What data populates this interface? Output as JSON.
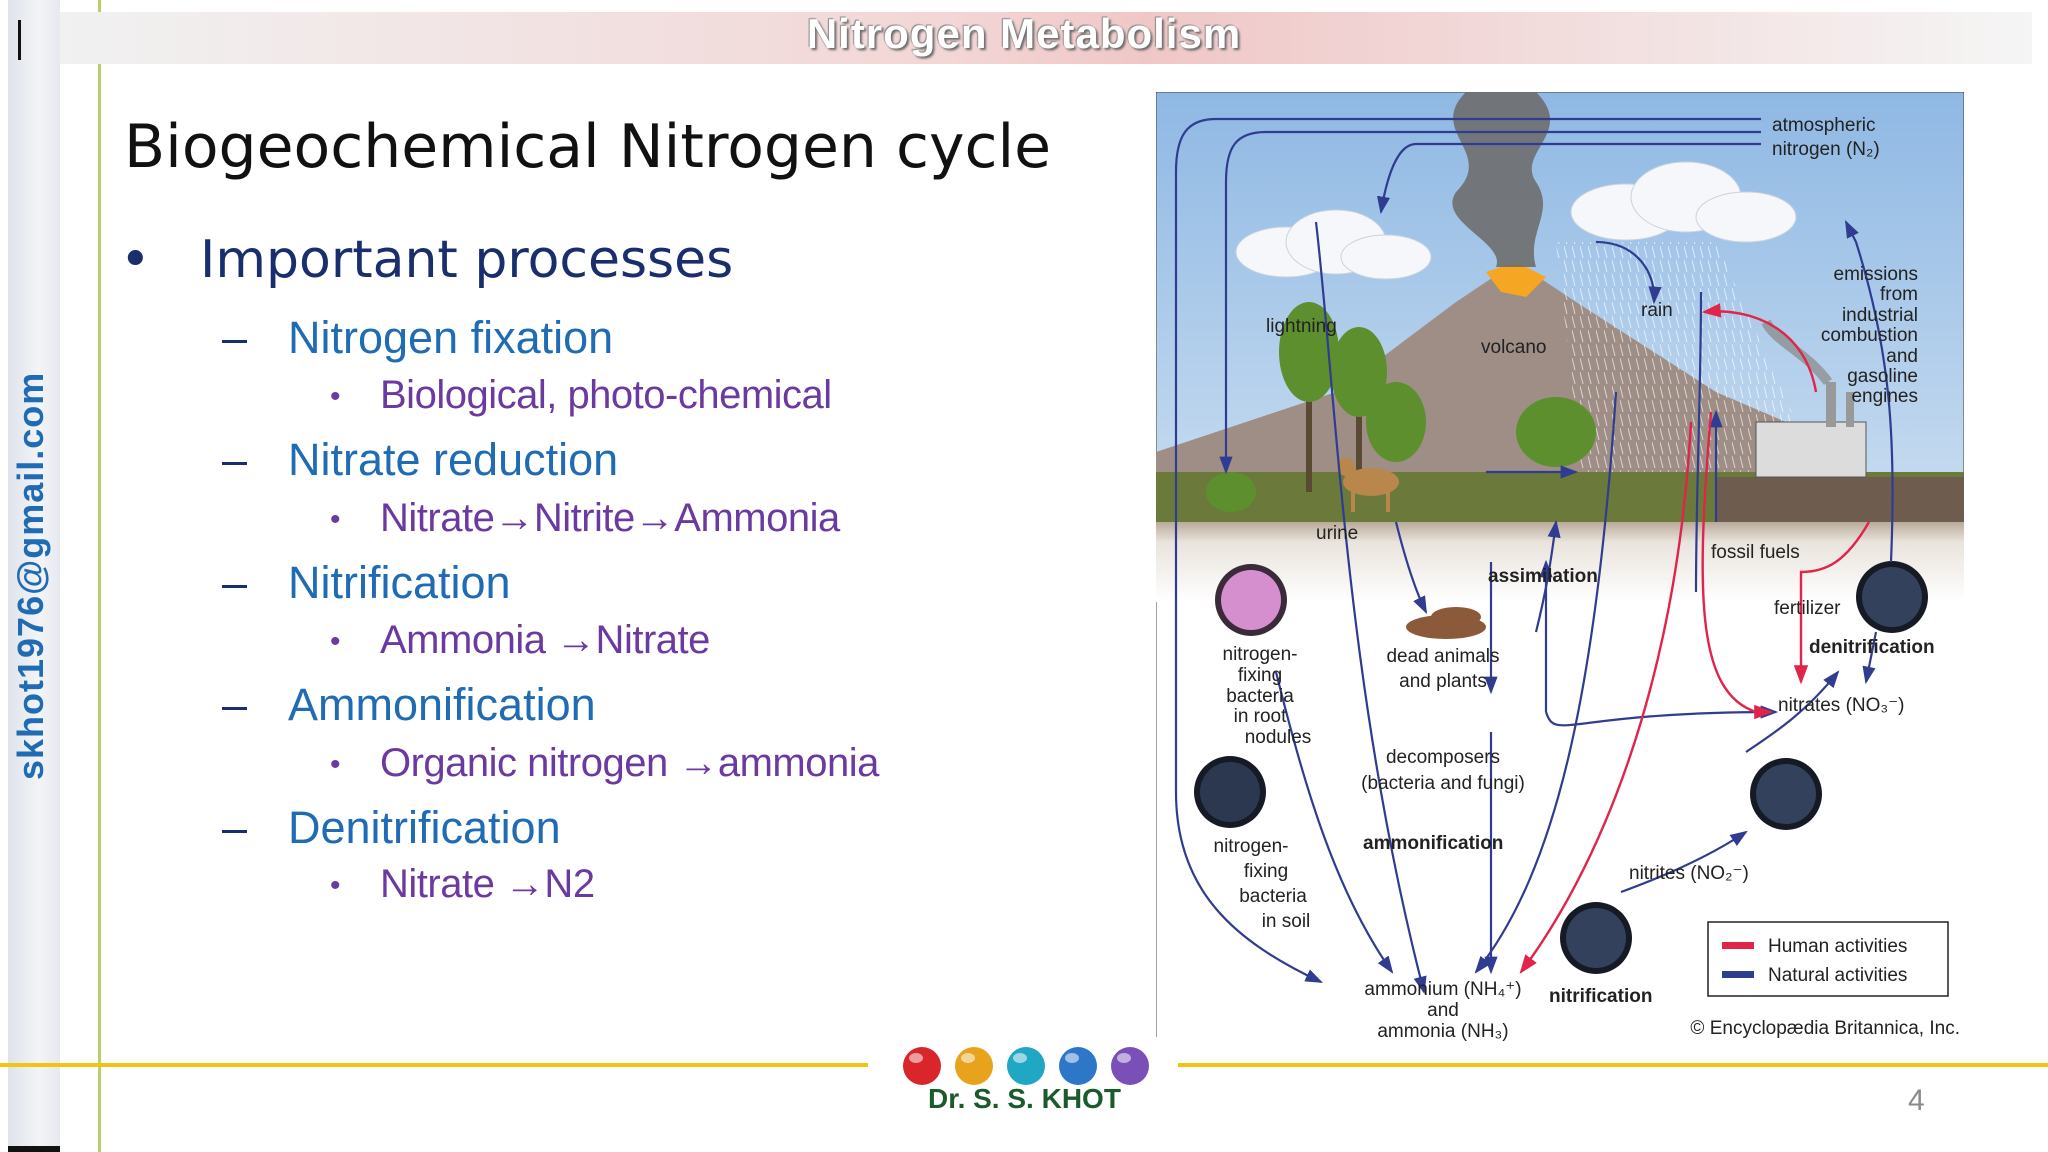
{
  "header": {
    "title": "Nitrogen  Metabolism"
  },
  "sidebar": {
    "email": "skhot1976@gmail.com"
  },
  "main": {
    "title": "Biogeochemical Nitrogen cycle",
    "bullet": "Important processes",
    "bullet_marker": "•",
    "dash_marker": "–",
    "dot_marker": "•",
    "processes": [
      {
        "name": "Nitrogen fixation",
        "detail": "Biological, photo-chemical"
      },
      {
        "name": "Nitrate reduction",
        "detail": "Nitrate→Nitrite→Ammonia"
      },
      {
        "name": "Nitrification",
        "detail": "Ammonia →Nitrate"
      },
      {
        "name": "Ammonification",
        "detail": "Organic nitrogen →ammonia"
      },
      {
        "name": "Denitrification",
        "detail": "Nitrate →N2"
      }
    ]
  },
  "diagram": {
    "labels": {
      "atmospheric1": "atmospheric",
      "atmospheric2": "nitrogen (N₂)",
      "emissions": [
        "emissions",
        "from",
        "industrial",
        "combustion",
        "and",
        "gasoline",
        "engines"
      ],
      "lightning": "lightning",
      "volcano": "volcano",
      "rain": "rain",
      "urine": "urine",
      "assimilation": "assimilation",
      "fossil_fuels": "fossil fuels",
      "fertilizer": "fertilizer",
      "denitrification": "denitrification",
      "nfix_root": [
        "nitrogen-",
        "fixing",
        "bacteria",
        "in root",
        "nodules"
      ],
      "dead": [
        "dead animals",
        "and plants"
      ],
      "nitrates": "nitrates (NO₃⁻)",
      "decomposers": [
        "decomposers",
        "(bacteria and fungi)"
      ],
      "ammonification": "ammonification",
      "nfix_soil": [
        "nitrogen-",
        "fixing",
        "bacteria",
        "in soil"
      ],
      "nitrites": "nitrites (NO₂⁻)",
      "ammonium": [
        "ammonium (NH₄⁺)",
        "and",
        "ammonia (NH₃)"
      ],
      "nitrification": "nitrification",
      "legend_human": "Human activities",
      "legend_natural": "Natural activities",
      "copyright": "© Encyclopædia Britannica, Inc."
    },
    "colors": {
      "human": "#e0244a",
      "natural": "#2f3c8f",
      "sky": "#9fc3e8",
      "soil": "#e9e3dc"
    }
  },
  "footer": {
    "author": "Dr. S. S. KHOT",
    "page": "4"
  },
  "orb_colors": [
    "#d8262b",
    "#e8a21c",
    "#1fa7c4",
    "#2e76c8",
    "#7b4fb8"
  ]
}
